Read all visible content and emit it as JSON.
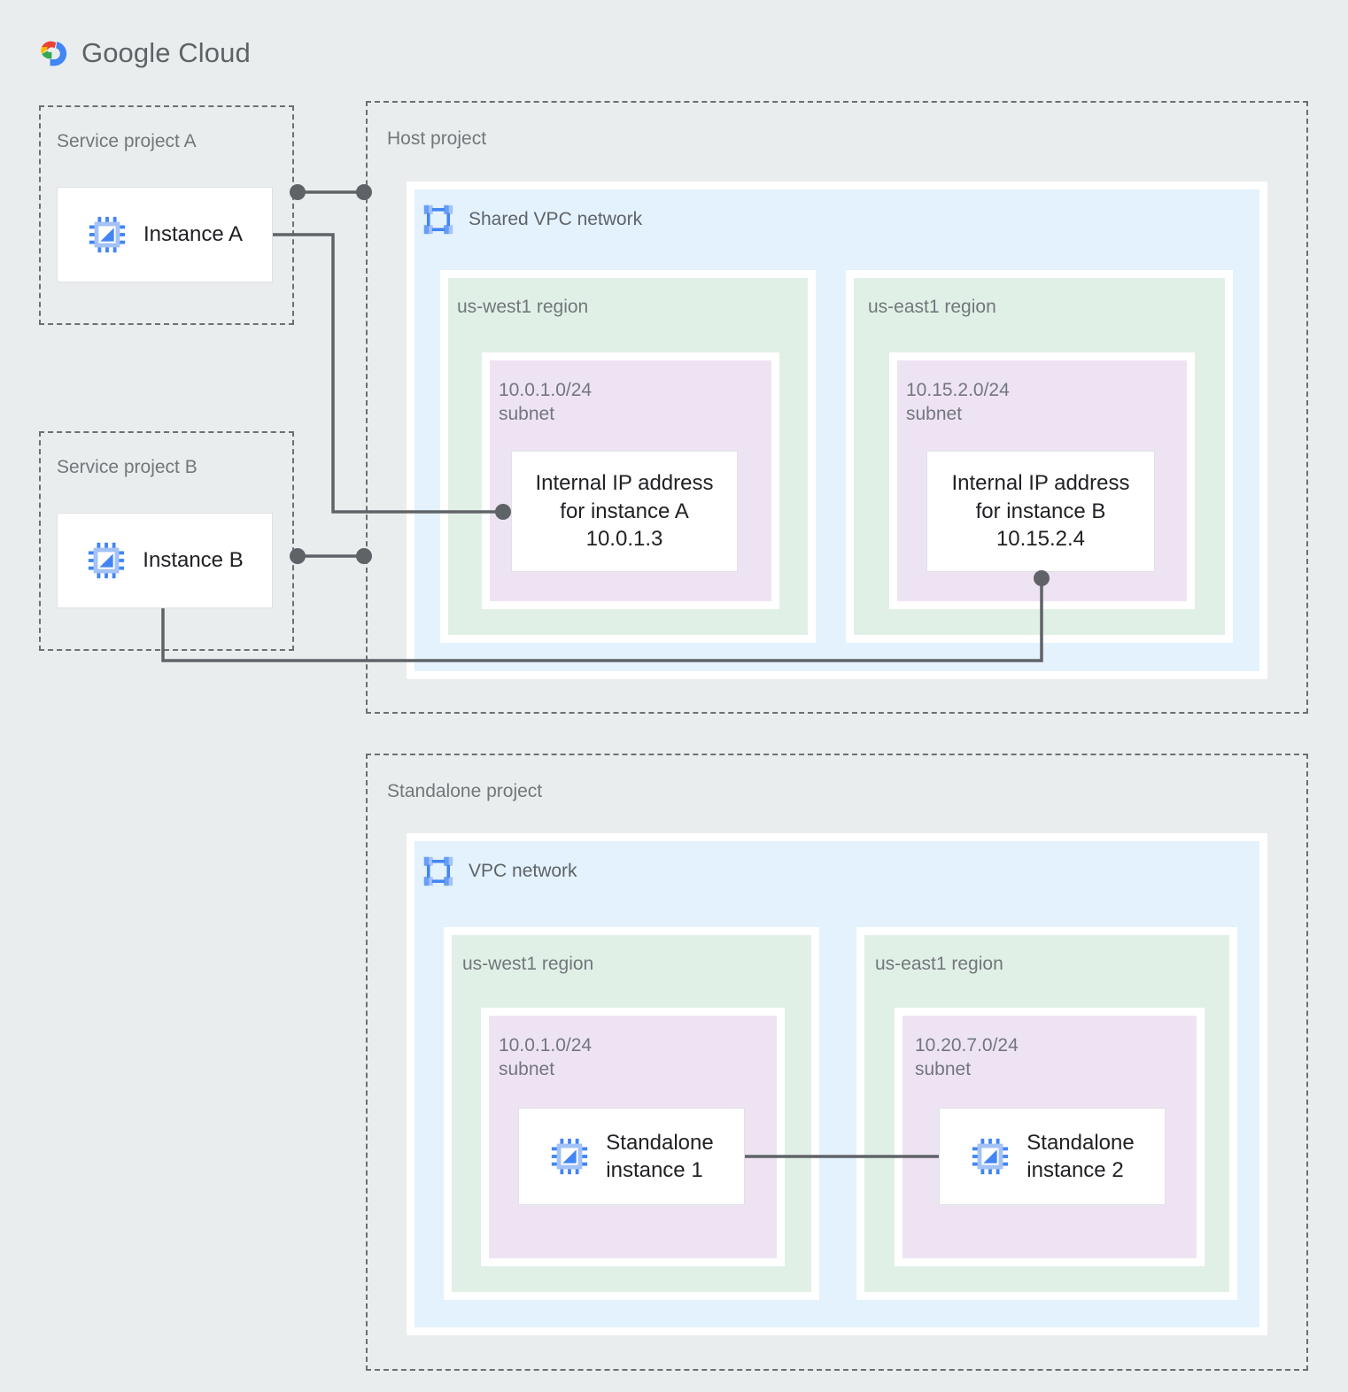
{
  "brand": {
    "name": "Google Cloud",
    "word_google": "Google",
    "word_cloud": "Cloud",
    "logo_colors": {
      "red": "#EA4335",
      "yellow": "#FBBC04",
      "green": "#34A853",
      "blue": "#4285F4"
    }
  },
  "palette": {
    "page_background": "#eaeded",
    "vpc_fill": "#e3f2fd",
    "region_fill": "#e1f0e6",
    "subnet_fill": "#eee3f3",
    "card_fill": "#ffffff",
    "dashed_border": "#6b7075",
    "connector": "#5f6368",
    "label_text": "#72777c",
    "card_text": "#202124",
    "icon_blue": "#4285f4",
    "icon_blue_light": "#a3c2f7"
  },
  "projects": [
    {
      "id": "service-project-a",
      "label": "Service project A",
      "instance": {
        "label": "Instance A",
        "icon": "compute-chip-icon"
      }
    },
    {
      "id": "service-project-b",
      "label": "Service project B",
      "instance": {
        "label": "Instance B",
        "icon": "compute-chip-icon"
      }
    },
    {
      "id": "host-project",
      "label": "Host project",
      "network": {
        "title": "Shared VPC network",
        "icon": "vpc-network-icon",
        "regions": [
          {
            "id": "host-us-west1",
            "label": "us-west1 region",
            "subnet": {
              "cidr": "10.0.1.0/24",
              "kind": "subnet",
              "label": "10.0.1.0/24\nsubnet",
              "resource": {
                "type": "internal-ip",
                "text": "Internal IP address\nfor instance A\n10.0.1.3",
                "line1": "Internal IP address",
                "line2": "for instance A",
                "ip": "10.0.1.3"
              }
            }
          },
          {
            "id": "host-us-east1",
            "label": "us-east1 region",
            "subnet": {
              "cidr": "10.15.2.0/24",
              "kind": "subnet",
              "label": "10.15.2.0/24\nsubnet",
              "resource": {
                "type": "internal-ip",
                "text": "Internal IP address\nfor instance B\n10.15.2.4",
                "line1": "Internal IP address",
                "line2": "for instance B",
                "ip": "10.15.2.4"
              }
            }
          }
        ]
      }
    },
    {
      "id": "standalone-project",
      "label": "Standalone project",
      "network": {
        "title": "VPC network",
        "icon": "vpc-network-icon",
        "regions": [
          {
            "id": "standalone-us-west1",
            "label": "us-west1 region",
            "subnet": {
              "cidr": "10.0.1.0/24",
              "kind": "subnet",
              "label": "10.0.1.0/24\nsubnet",
              "resource": {
                "type": "instance",
                "text": "Standalone\ninstance 1",
                "icon": "compute-chip-icon"
              }
            }
          },
          {
            "id": "standalone-us-east1",
            "label": "us-east1 region",
            "subnet": {
              "cidr": "10.20.7.0/24",
              "kind": "subnet",
              "label": "10.20.7.0/24\nsubnet",
              "resource": {
                "type": "instance",
                "text": "Standalone\ninstance 2",
                "icon": "compute-chip-icon"
              }
            }
          }
        ]
      }
    }
  ],
  "connections": [
    {
      "id": "conn-a-boundary",
      "from": "instance-a",
      "to": "host-project-boundary",
      "style": "dot-line-dot"
    },
    {
      "id": "conn-a-ip",
      "from": "instance-a",
      "to": "internal-ip-a",
      "style": "elbow-dot"
    },
    {
      "id": "conn-b-boundary",
      "from": "instance-b",
      "to": "host-project-boundary",
      "style": "dot-line-dot"
    },
    {
      "id": "conn-b-ip",
      "from": "instance-b",
      "to": "internal-ip-b",
      "style": "elbow-dot"
    },
    {
      "id": "conn-standalone",
      "from": "standalone-instance-1",
      "to": "standalone-instance-2",
      "style": "line"
    }
  ]
}
